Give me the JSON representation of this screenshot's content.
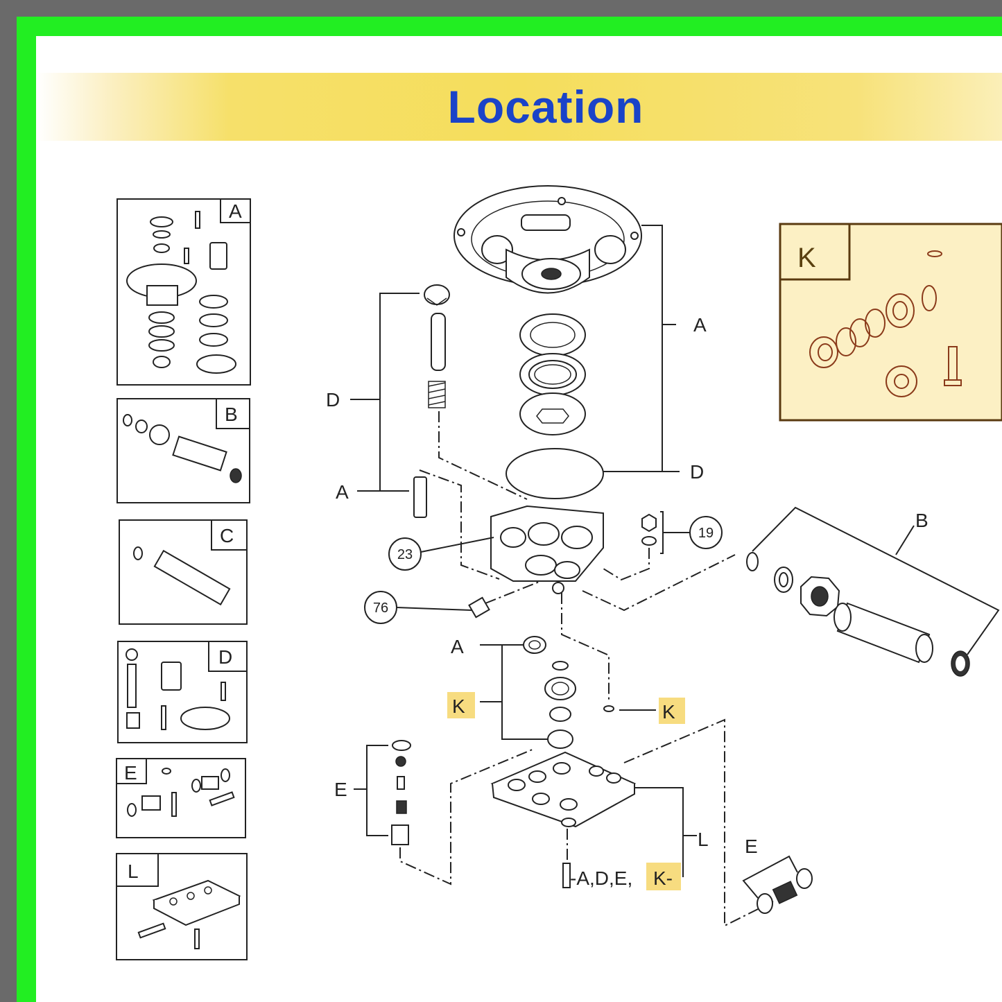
{
  "title": "Location",
  "colors": {
    "frame": "#22ee22",
    "title": "#1a43c8",
    "banner": "#f5de5c",
    "kit_box": "#fcf0c4",
    "highlight": "#f7dc80"
  },
  "kit_boxes": [
    {
      "id": "A",
      "label": "A"
    },
    {
      "id": "B",
      "label": "B"
    },
    {
      "id": "C",
      "label": "C"
    },
    {
      "id": "D",
      "label": "D"
    },
    {
      "id": "E",
      "label": "E"
    },
    {
      "id": "L",
      "label": "L"
    }
  ],
  "kit_k": {
    "label": "K"
  },
  "callouts": {
    "a_right": "A",
    "d_right": "D",
    "d_left": "D",
    "a_left": "A",
    "b_right": "B",
    "a_mid": "A",
    "k_left": "K",
    "k_right": "K",
    "e_left": "E",
    "l_right": "L",
    "e_bottom": "E",
    "bottom_refs": "-A,D,E,",
    "bottom_k": "K-"
  },
  "parts": {
    "p23": "23",
    "p19": "19",
    "p76": "76"
  }
}
